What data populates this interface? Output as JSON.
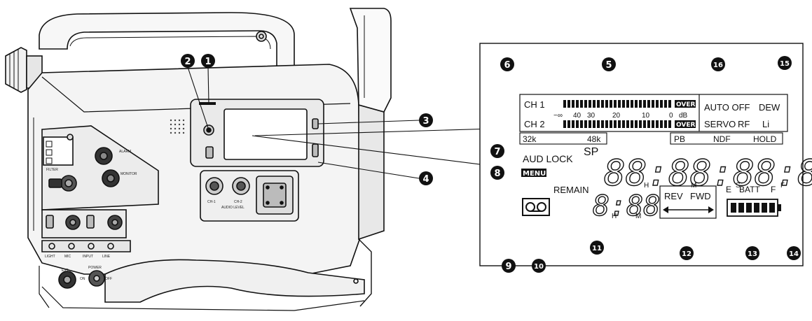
{
  "lcd": {
    "ch1": "CH 1",
    "ch2": "CH 2",
    "scale": [
      "−∞",
      "40",
      "30",
      "20",
      "10",
      "0",
      "dB"
    ],
    "over": "OVER",
    "freq_left": "32k",
    "freq_right": "48k",
    "auto_off": "AUTO OFF",
    "dew": "DEW",
    "servo": "SERVO",
    "rf": "RF",
    "li": "Li",
    "pb": "PB",
    "ndf": "NDF",
    "hold": "HOLD",
    "aud_lock": "AUD LOCK",
    "sp": "SP",
    "menu": "MENU",
    "timecode": "88:88:88:88",
    "tc_h": "H",
    "tc_m": "M",
    "tc_s": "S",
    "tc_f": "F",
    "remain": "REMAIN",
    "remain_time": "8:88",
    "remain_h": "H",
    "remain_m": "M",
    "rev": "REV",
    "fwd": "FWD",
    "batt_e": "E",
    "batt": "BATT",
    "batt_f": "F"
  },
  "callouts": [
    "1",
    "2",
    "3",
    "4",
    "5",
    "6",
    "7",
    "8",
    "9",
    "10",
    "11",
    "12",
    "13",
    "14",
    "15",
    "16"
  ],
  "camera_labels": {
    "alarm": "ALARM",
    "monitor": "MONITOR",
    "audio_level": "AUDIO LEVEL",
    "ch1": "CH-1",
    "ch2": "CH-2",
    "power": "POWER",
    "on": "ON",
    "off": "OFF",
    "input": "INPUT",
    "line": "LINE",
    "mic": "MIC",
    "light": "LIGHT",
    "ext": "EXT",
    "filter": "FILTER"
  }
}
